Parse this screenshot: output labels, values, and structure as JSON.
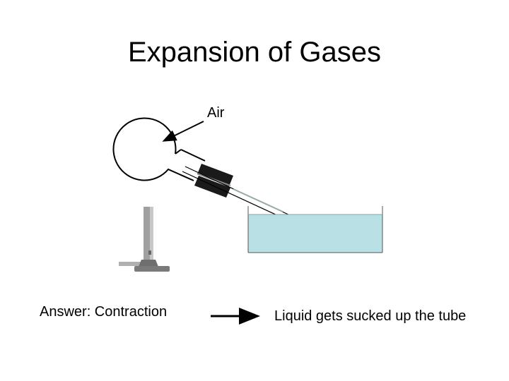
{
  "slide": {
    "title": "Expansion of Gases",
    "air_label": "Air",
    "answer_label": "Answer: Contraction",
    "result_label": "Liquid gets sucked up the tube"
  },
  "colors": {
    "liquid": "#b9e0e4",
    "stopper": "#1a1a1a",
    "stand": "#9a9a9a",
    "stand_base": "#6f6f6f"
  },
  "icons": {
    "flask": "round-bottom-flask-icon",
    "stopper": "rubber-stopper-icon",
    "stand": "retort-stand-icon",
    "trough": "water-trough-icon",
    "pointer": "arrow-icon"
  }
}
